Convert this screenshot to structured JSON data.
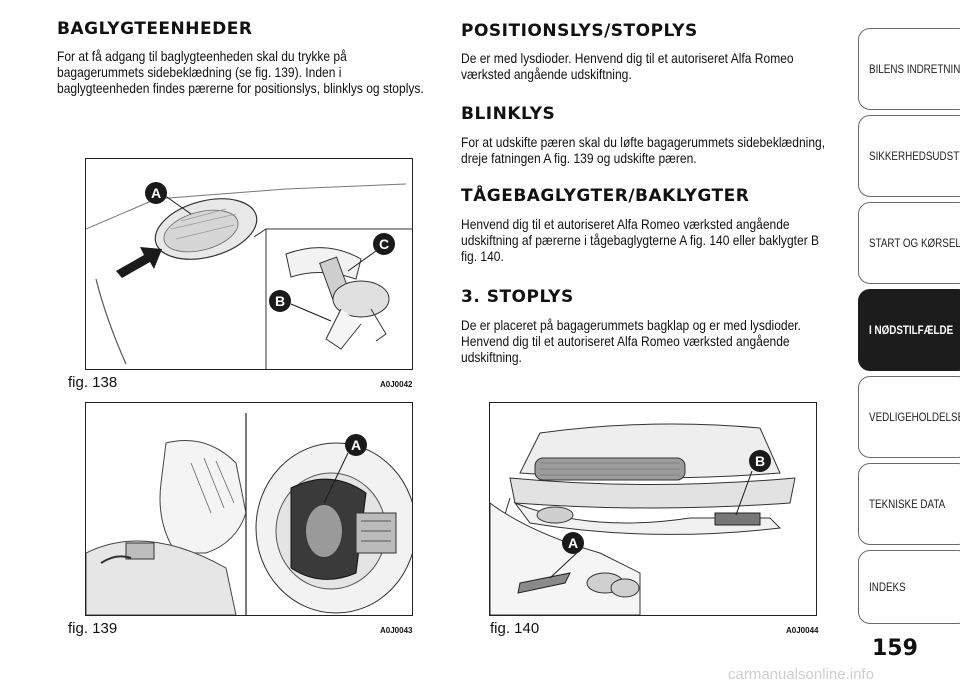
{
  "left_column": {
    "heading": "BAGLYGTEENHEDER",
    "paragraph_lines": [
      "For at få adgang til baglygteenheden skal du trykke på",
      "bagagerummets sidebeklædning (se fig. 139). Inden i",
      "baglygteenheden findes pærerne for positionslys, blinklys og stoplys."
    ]
  },
  "right_column": {
    "sections": [
      {
        "heading": "POSITIONSLYS/STOPLYS",
        "lines": [
          "De er med lysdioder. Henvend dig til et autoriseret Alfa Romeo",
          "værksted angående udskiftning."
        ]
      },
      {
        "heading": "BLINKLYS",
        "lines": [
          "For at udskifte pæren skal du løfte bagagerummets sidebeklædning,",
          "dreje fatningen A fig. 139 og udskifte pæren."
        ]
      },
      {
        "heading": "TÅGEBAGLYGTER/BAKLYGTER",
        "lines": [
          "Henvend dig til et autoriseret Alfa Romeo værksted angående",
          "udskiftning af pærerne i tågebaglygterne A fig. 140 eller baklygter B",
          "fig. 140."
        ]
      },
      {
        "heading": "3. STOPLYS",
        "lines": [
          "De er placeret på bagagerummets bagklap og er med lysdioder.",
          "Henvend dig til et autoriseret Alfa Romeo værksted angående",
          "udskiftning."
        ]
      }
    ]
  },
  "figures": {
    "fig138": {
      "caption": "fig. 138",
      "code": "A0J0042",
      "labels": [
        "A",
        "C",
        "B"
      ]
    },
    "fig139": {
      "caption": "fig. 139",
      "code": "A0J0043",
      "labels": [
        "A"
      ]
    },
    "fig140": {
      "caption": "fig. 140",
      "code": "A0J0044",
      "labels": [
        "B",
        "A"
      ]
    }
  },
  "side_tabs": [
    {
      "label": "BILENS INDRETNING",
      "active": false
    },
    {
      "label": "SIKKERHEDSUDSTYR",
      "active": false
    },
    {
      "label": "START OG KØRSEL",
      "active": false
    },
    {
      "label": "I NØDSTILFÆLDE",
      "active": true
    },
    {
      "label": "VEDLIGEHOLDELSE",
      "active": false
    },
    {
      "label": "TEKNISKE DATA",
      "active": false
    },
    {
      "label": "INDEKS",
      "active": false
    }
  ],
  "page_number": "159",
  "watermark": "carmanualsonline.info",
  "colors": {
    "active_tab_bg": "#1c1c1c",
    "tab_border": "#6a6a6a",
    "label_circle": "#1a1a1a"
  }
}
